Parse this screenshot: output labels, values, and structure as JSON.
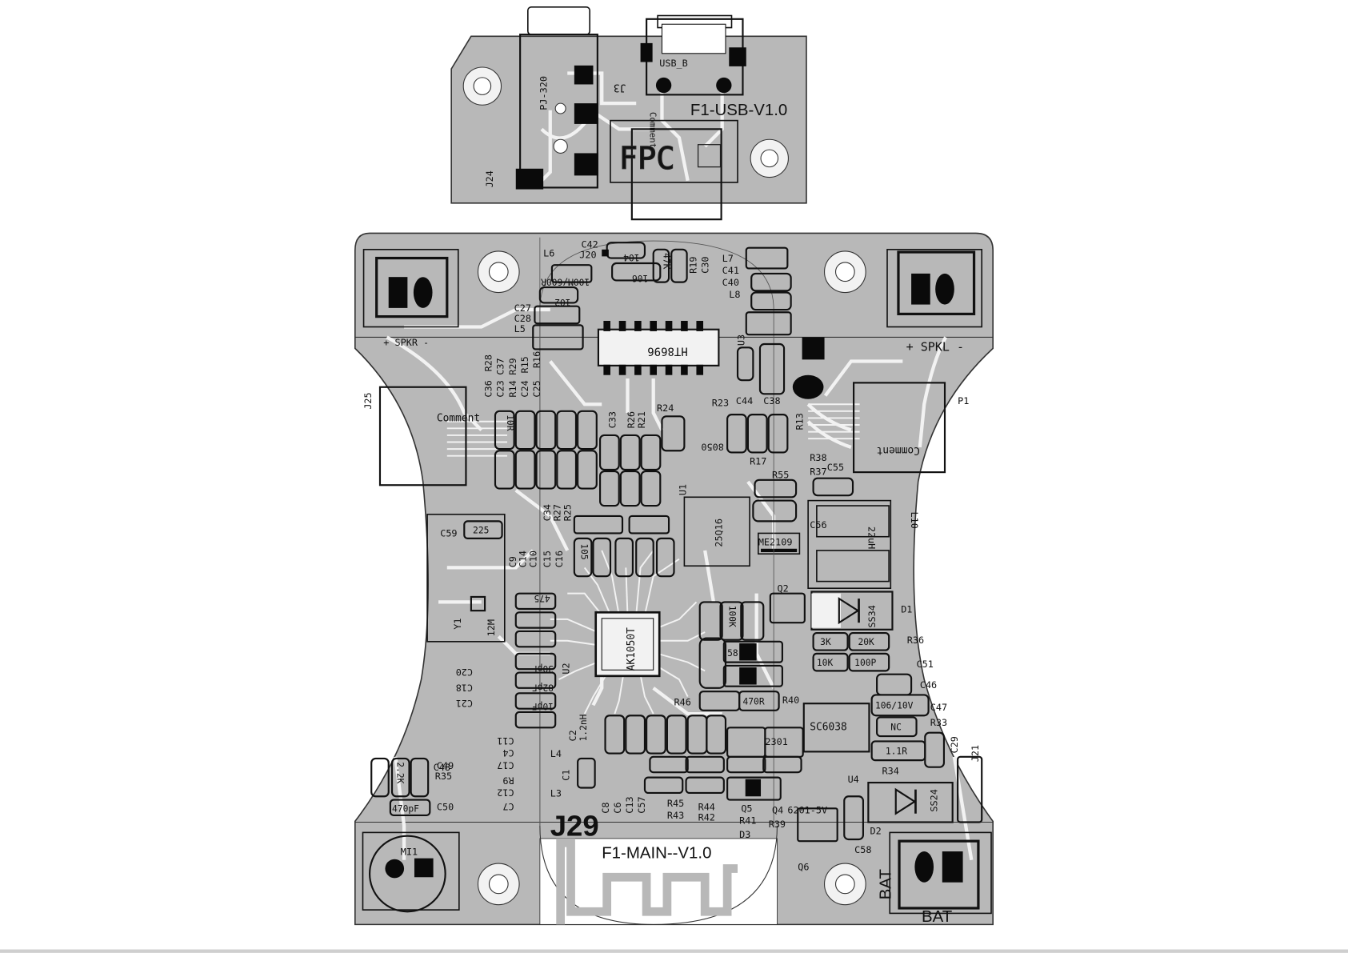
{
  "colors": {
    "board": "#b8b8b8",
    "trace": "#f2f2f2",
    "pad": "#0a0a0a",
    "silk": "#111111",
    "background": "#ffffff"
  },
  "usb_board": {
    "title": "F1-USB-V1.0",
    "labels": [
      "PJ-320",
      "USB_B",
      "J3",
      "J24",
      "FPC",
      "Comment"
    ]
  },
  "main_board": {
    "title": "F1-MAIN--V1.0",
    "connector": "J29",
    "labels": {
      "spkr": "+ SPKR -",
      "spkl": "+ SPKL -",
      "bat_top": "BAT",
      "bat_bottom": "BAT",
      "mic": "MI1",
      "j25": "J25",
      "p1": "P1",
      "comment_left": "Comment",
      "comment_right": "Comment"
    },
    "ics": [
      "HT8696",
      "AK1050T",
      "25Q16",
      "ME2109",
      "SC6038",
      "SS34",
      "SS24",
      "Y1",
      "12M",
      "22uH",
      "L10",
      "8050",
      "2301",
      "6201-5V"
    ],
    "designators": [
      "C42",
      "J20",
      "L6",
      "C27",
      "C28",
      "L5",
      "R19",
      "C30",
      "L7",
      "C41",
      "C40",
      "L8",
      "U3",
      "C44",
      "C38",
      "R24",
      "R23",
      "R13",
      "R17",
      "R55",
      "R38",
      "R37",
      "C55",
      "C56",
      "C59",
      "D1",
      "R36",
      "C51",
      "C46",
      "C47",
      "R33",
      "C29",
      "J21",
      "R34",
      "U4",
      "D2",
      "C58",
      "Q6",
      "Q4",
      "D3",
      "Q5",
      "R39",
      "R41",
      "R42",
      "R43",
      "R44",
      "R45",
      "C8",
      "C6",
      "C13",
      "C57",
      "L3",
      "L4",
      "C1",
      "C2",
      "C50",
      "C49",
      "R35",
      "C48",
      "C20",
      "C18",
      "C21",
      "C11",
      "C4",
      "C17",
      "R9",
      "C12",
      "C7",
      "U2",
      "U1",
      "R46",
      "R40",
      "Q2",
      "C9",
      "C10",
      "C14",
      "C15",
      "C16",
      "C34",
      "R27",
      "R25",
      "R21",
      "R26",
      "C33",
      "R16",
      "R15",
      "C25",
      "C24",
      "R14",
      "R29",
      "C23",
      "C37",
      "C36",
      "R28"
    ],
    "values": [
      "104",
      "106",
      "47K",
      "102",
      "100M/600R",
      "225",
      "10K",
      "20K",
      "10R",
      "475",
      "105",
      "100K",
      "3K",
      "100P",
      "1.1R",
      "NC",
      "106/10V",
      "470pF",
      "2.2K",
      "470R",
      "58",
      "82pF",
      "30pF",
      "10pF",
      "1.2nH"
    ]
  }
}
